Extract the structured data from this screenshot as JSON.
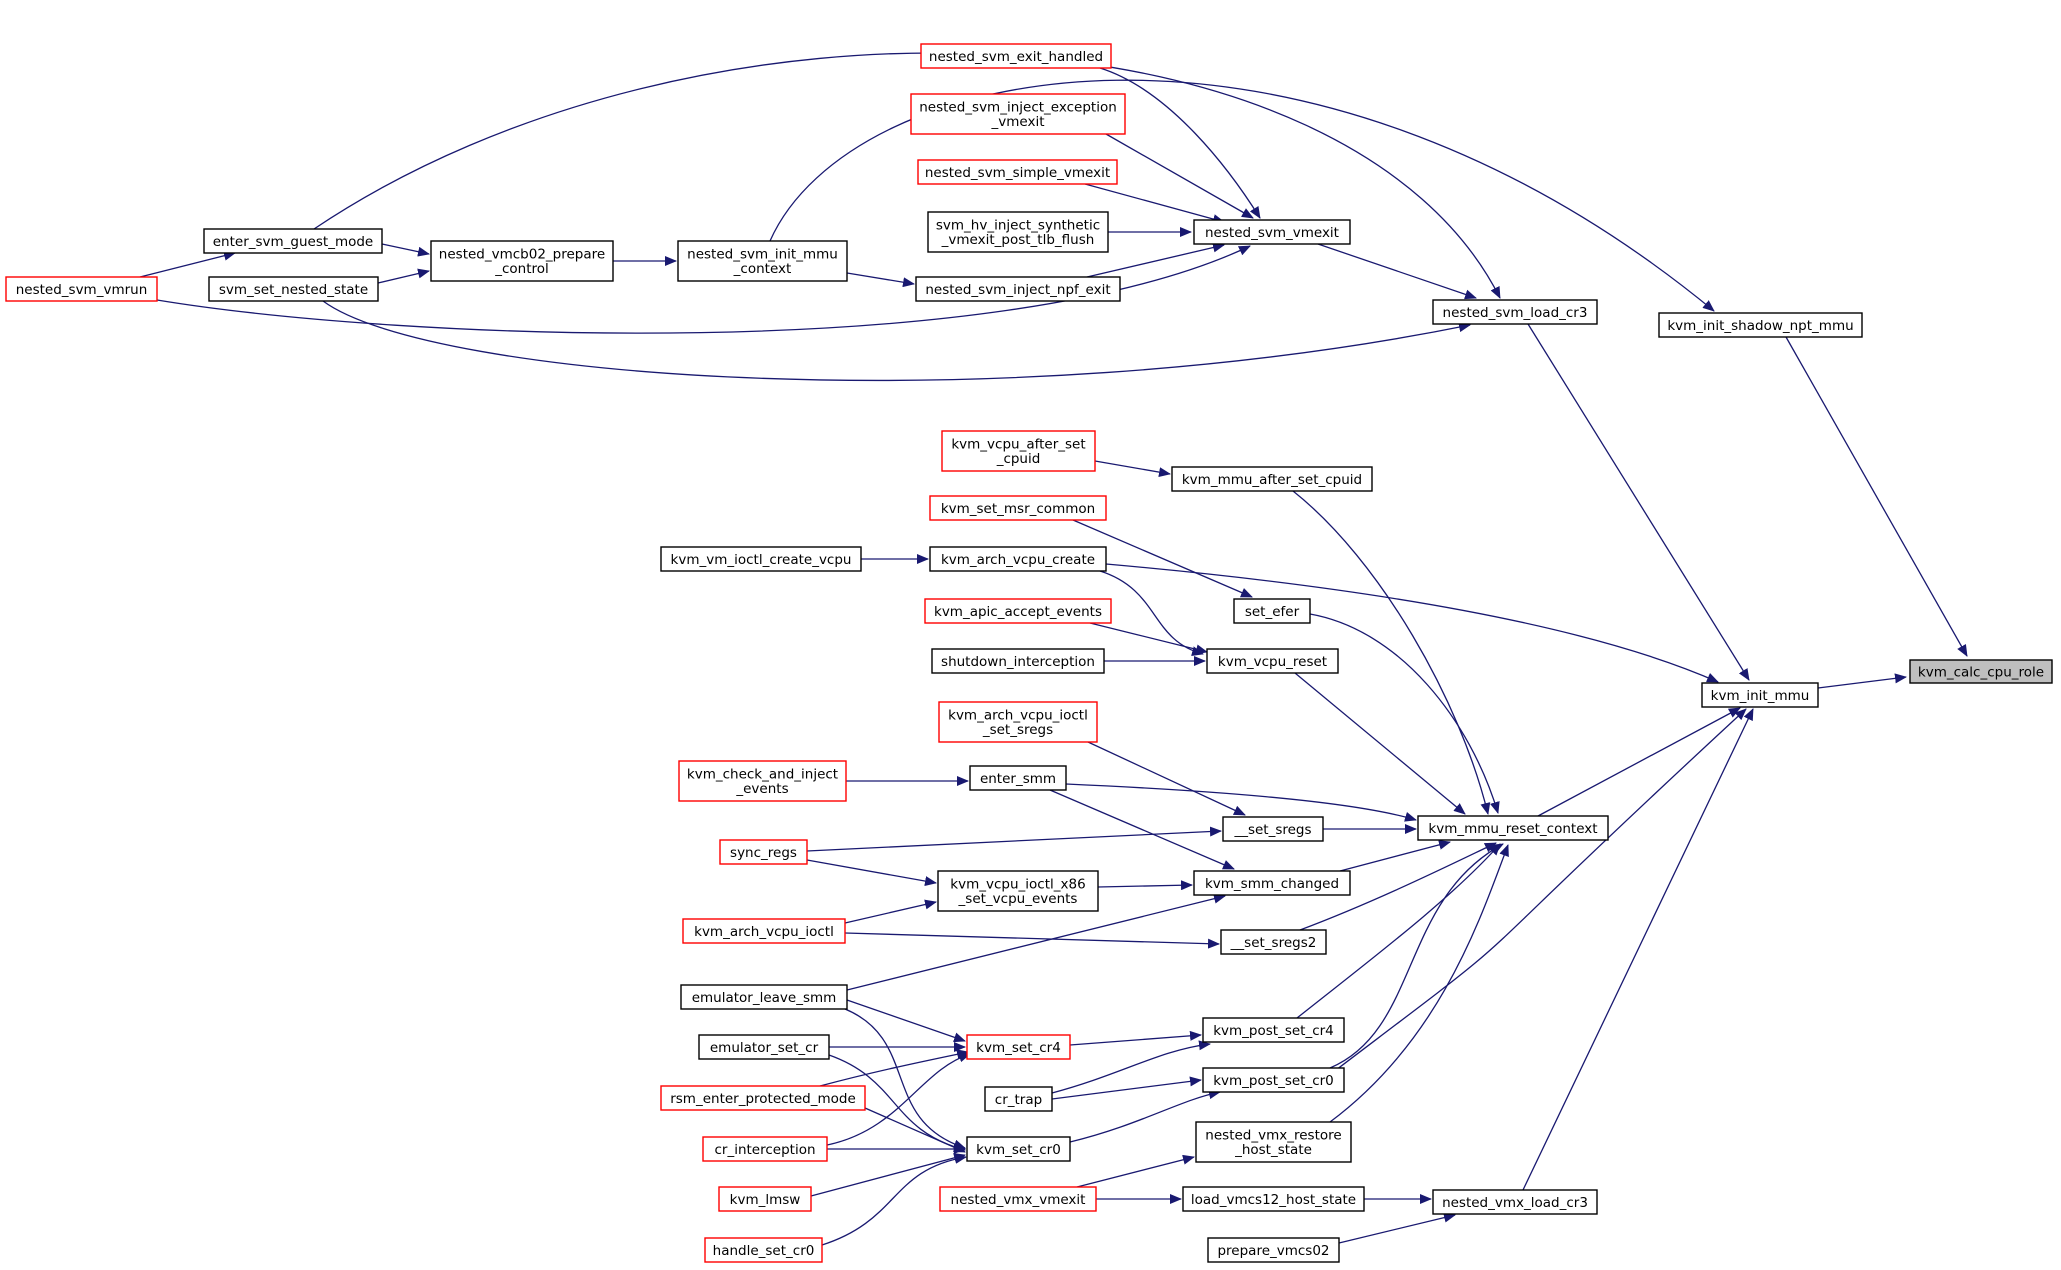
{
  "colors": {
    "edge": "#191970",
    "caller_border": "#000000",
    "truncated_border": "#ff0000",
    "root_fill": "#bfbfbf"
  },
  "nodes": {
    "kvm_calc_cpu_role": {
      "lines": [
        "kvm_calc_cpu_role"
      ],
      "style": "root"
    },
    "kvm_init_mmu": {
      "lines": [
        "kvm_init_mmu"
      ],
      "style": "black"
    },
    "kvm_init_shadow_npt_mmu": {
      "lines": [
        "kvm_init_shadow_npt_mmu"
      ],
      "style": "black"
    },
    "nested_svm_load_cr3": {
      "lines": [
        "nested_svm_load_cr3"
      ],
      "style": "black"
    },
    "kvm_mmu_reset_context": {
      "lines": [
        "kvm_mmu_reset_context"
      ],
      "style": "black"
    },
    "nested_vmx_load_cr3": {
      "lines": [
        "nested_vmx_load_cr3"
      ],
      "style": "black"
    },
    "nested_svm_vmexit": {
      "lines": [
        "nested_svm_vmexit"
      ],
      "style": "black"
    },
    "nested_svm_init_mmu_context": {
      "lines": [
        "nested_svm_init_mmu",
        "_context"
      ],
      "style": "black"
    },
    "enter_svm_guest_mode": {
      "lines": [
        "enter_svm_guest_mode"
      ],
      "style": "black"
    },
    "svm_set_nested_state": {
      "lines": [
        "svm_set_nested_state"
      ],
      "style": "black"
    },
    "nested_svm_vmrun": {
      "lines": [
        "nested_svm_vmrun"
      ],
      "style": "red"
    },
    "nested_vmcb02_prepare_control": {
      "lines": [
        "nested_vmcb02_prepare",
        "_control"
      ],
      "style": "black"
    },
    "nested_svm_exit_handled": {
      "lines": [
        "nested_svm_exit_handled"
      ],
      "style": "red"
    },
    "nested_svm_inject_exception_vmexit": {
      "lines": [
        "nested_svm_inject_exception",
        "_vmexit"
      ],
      "style": "red"
    },
    "nested_svm_simple_vmexit": {
      "lines": [
        "nested_svm_simple_vmexit"
      ],
      "style": "red"
    },
    "svm_hv_inject_synthetic_vmexit_post_tlb_flush": {
      "lines": [
        "svm_hv_inject_synthetic",
        "_vmexit_post_tlb_flush"
      ],
      "style": "black"
    },
    "nested_svm_inject_npf_exit": {
      "lines": [
        "nested_svm_inject_npf_exit"
      ],
      "style": "black"
    },
    "kvm_mmu_after_set_cpuid": {
      "lines": [
        "kvm_mmu_after_set_cpuid"
      ],
      "style": "black"
    },
    "kvm_vcpu_after_set_cpuid": {
      "lines": [
        "kvm_vcpu_after_set",
        "_cpuid"
      ],
      "style": "red"
    },
    "kvm_set_msr_common": {
      "lines": [
        "kvm_set_msr_common"
      ],
      "style": "red"
    },
    "kvm_arch_vcpu_create": {
      "lines": [
        "kvm_arch_vcpu_create"
      ],
      "style": "black"
    },
    "kvm_vm_ioctl_create_vcpu": {
      "lines": [
        "kvm_vm_ioctl_create_vcpu"
      ],
      "style": "black"
    },
    "set_efer": {
      "lines": [
        "set_efer"
      ],
      "style": "black"
    },
    "kvm_apic_accept_events": {
      "lines": [
        "kvm_apic_accept_events"
      ],
      "style": "red"
    },
    "kvm_vcpu_reset": {
      "lines": [
        "kvm_vcpu_reset"
      ],
      "style": "black"
    },
    "shutdown_interception": {
      "lines": [
        "shutdown_interception"
      ],
      "style": "black"
    },
    "kvm_arch_vcpu_ioctl_set_sregs": {
      "lines": [
        "kvm_arch_vcpu_ioctl",
        "_set_sregs"
      ],
      "style": "red"
    },
    "kvm_check_and_inject_events": {
      "lines": [
        "kvm_check_and_inject",
        "_events"
      ],
      "style": "red"
    },
    "enter_smm": {
      "lines": [
        "enter_smm"
      ],
      "style": "black"
    },
    "__set_sregs": {
      "lines": [
        "__set_sregs"
      ],
      "style": "black"
    },
    "sync_regs": {
      "lines": [
        "sync_regs"
      ],
      "style": "red"
    },
    "kvm_vcpu_ioctl_x86_set_vcpu_events": {
      "lines": [
        "kvm_vcpu_ioctl_x86",
        "_set_vcpu_events"
      ],
      "style": "black"
    },
    "kvm_smm_changed": {
      "lines": [
        "kvm_smm_changed"
      ],
      "style": "black"
    },
    "kvm_arch_vcpu_ioctl": {
      "lines": [
        "kvm_arch_vcpu_ioctl"
      ],
      "style": "red"
    },
    "__set_sregs2": {
      "lines": [
        "__set_sregs2"
      ],
      "style": "black"
    },
    "emulator_leave_smm": {
      "lines": [
        "emulator_leave_smm"
      ],
      "style": "black"
    },
    "emulator_set_cr": {
      "lines": [
        "emulator_set_cr"
      ],
      "style": "black"
    },
    "kvm_set_cr4": {
      "lines": [
        "kvm_set_cr4"
      ],
      "style": "red"
    },
    "kvm_post_set_cr4": {
      "lines": [
        "kvm_post_set_cr4"
      ],
      "style": "black"
    },
    "rsm_enter_protected_mode": {
      "lines": [
        "rsm_enter_protected_mode"
      ],
      "style": "red"
    },
    "cr_trap": {
      "lines": [
        "cr_trap"
      ],
      "style": "black"
    },
    "kvm_post_set_cr0": {
      "lines": [
        "kvm_post_set_cr0"
      ],
      "style": "black"
    },
    "cr_interception": {
      "lines": [
        "cr_interception"
      ],
      "style": "red"
    },
    "kvm_set_cr0": {
      "lines": [
        "kvm_set_cr0"
      ],
      "style": "black"
    },
    "nested_vmx_restore_host_state": {
      "lines": [
        "nested_vmx_restore",
        "_host_state"
      ],
      "style": "black"
    },
    "kvm_lmsw": {
      "lines": [
        "kvm_lmsw"
      ],
      "style": "red"
    },
    "nested_vmx_vmexit": {
      "lines": [
        "nested_vmx_vmexit"
      ],
      "style": "red"
    },
    "load_vmcs12_host_state": {
      "lines": [
        "load_vmcs12_host_state"
      ],
      "style": "black"
    },
    "handle_set_cr0": {
      "lines": [
        "handle_set_cr0"
      ],
      "style": "red"
    },
    "prepare_vmcs02": {
      "lines": [
        "prepare_vmcs02"
      ],
      "style": "black"
    }
  },
  "edges": [
    [
      "kvm_init_mmu",
      "kvm_calc_cpu_role"
    ],
    [
      "kvm_init_shadow_npt_mmu",
      "kvm_calc_cpu_role"
    ],
    [
      "nested_svm_load_cr3",
      "kvm_init_mmu"
    ],
    [
      "kvm_mmu_reset_context",
      "kvm_init_mmu"
    ],
    [
      "nested_vmx_load_cr3",
      "kvm_init_mmu"
    ],
    [
      "kvm_post_set_cr0",
      "kvm_init_mmu"
    ],
    [
      "nested_svm_init_mmu_context",
      "kvm_init_shadow_npt_mmu"
    ],
    [
      "nested_svm_vmexit",
      "nested_svm_load_cr3"
    ],
    [
      "enter_svm_guest_mode",
      "nested_svm_load_cr3"
    ],
    [
      "svm_set_nested_state",
      "nested_svm_load_cr3"
    ],
    [
      "nested_svm_exit_handled",
      "nested_svm_vmexit"
    ],
    [
      "nested_svm_inject_exception_vmexit",
      "nested_svm_vmexit"
    ],
    [
      "nested_svm_simple_vmexit",
      "nested_svm_vmexit"
    ],
    [
      "svm_hv_inject_synthetic_vmexit_post_tlb_flush",
      "nested_svm_vmexit"
    ],
    [
      "nested_svm_inject_npf_exit",
      "nested_svm_vmexit"
    ],
    [
      "nested_svm_vmrun",
      "nested_svm_vmexit"
    ],
    [
      "nested_svm_init_mmu_context",
      "nested_svm_inject_npf_exit"
    ],
    [
      "nested_vmcb02_prepare_control",
      "nested_svm_init_mmu_context"
    ],
    [
      "enter_svm_guest_mode",
      "nested_vmcb02_prepare_control"
    ],
    [
      "svm_set_nested_state",
      "nested_vmcb02_prepare_control"
    ],
    [
      "nested_svm_vmrun",
      "enter_svm_guest_mode"
    ],
    [
      "kvm_mmu_after_set_cpuid",
      "kvm_mmu_reset_context"
    ],
    [
      "kvm_vcpu_after_set_cpuid",
      "kvm_mmu_after_set_cpuid"
    ],
    [
      "set_efer",
      "kvm_mmu_reset_context"
    ],
    [
      "kvm_set_msr_common",
      "set_efer"
    ],
    [
      "kvm_arch_vcpu_create",
      "kvm_init_mmu"
    ],
    [
      "kvm_vm_ioctl_create_vcpu",
      "kvm_arch_vcpu_create"
    ],
    [
      "kvm_vcpu_reset",
      "kvm_mmu_reset_context"
    ],
    [
      "kvm_arch_vcpu_create",
      "kvm_vcpu_reset"
    ],
    [
      "kvm_apic_accept_events",
      "kvm_vcpu_reset"
    ],
    [
      "shutdown_interception",
      "kvm_vcpu_reset"
    ],
    [
      "enter_smm",
      "kvm_mmu_reset_context"
    ],
    [
      "kvm_check_and_inject_events",
      "enter_smm"
    ],
    [
      "__set_sregs",
      "kvm_mmu_reset_context"
    ],
    [
      "kvm_arch_vcpu_ioctl_set_sregs",
      "__set_sregs"
    ],
    [
      "sync_regs",
      "__set_sregs"
    ],
    [
      "kvm_smm_changed",
      "kvm_mmu_reset_context"
    ],
    [
      "enter_smm",
      "kvm_smm_changed"
    ],
    [
      "kvm_vcpu_ioctl_x86_set_vcpu_events",
      "kvm_smm_changed"
    ],
    [
      "emulator_leave_smm",
      "kvm_smm_changed"
    ],
    [
      "sync_regs",
      "kvm_vcpu_ioctl_x86_set_vcpu_events"
    ],
    [
      "kvm_arch_vcpu_ioctl",
      "kvm_vcpu_ioctl_x86_set_vcpu_events"
    ],
    [
      "__set_sregs2",
      "kvm_mmu_reset_context"
    ],
    [
      "kvm_arch_vcpu_ioctl",
      "__set_sregs2"
    ],
    [
      "kvm_post_set_cr4",
      "kvm_mmu_reset_context"
    ],
    [
      "kvm_post_set_cr0",
      "kvm_mmu_reset_context"
    ],
    [
      "nested_vmx_restore_host_state",
      "kvm_mmu_reset_context"
    ],
    [
      "kvm_set_cr4",
      "kvm_post_set_cr4"
    ],
    [
      "cr_trap",
      "kvm_post_set_cr4"
    ],
    [
      "emulator_leave_smm",
      "kvm_set_cr4"
    ],
    [
      "emulator_set_cr",
      "kvm_set_cr4"
    ],
    [
      "rsm_enter_protected_mode",
      "kvm_set_cr4"
    ],
    [
      "cr_interception",
      "kvm_set_cr4"
    ],
    [
      "cr_trap",
      "kvm_post_set_cr0"
    ],
    [
      "kvm_set_cr0",
      "kvm_post_set_cr0"
    ],
    [
      "emulator_leave_smm",
      "kvm_set_cr0"
    ],
    [
      "emulator_set_cr",
      "kvm_set_cr0"
    ],
    [
      "rsm_enter_protected_mode",
      "kvm_set_cr0"
    ],
    [
      "cr_interception",
      "kvm_set_cr0"
    ],
    [
      "kvm_lmsw",
      "kvm_set_cr0"
    ],
    [
      "handle_set_cr0",
      "kvm_set_cr0"
    ],
    [
      "nested_vmx_vmexit",
      "nested_vmx_restore_host_state"
    ],
    [
      "load_vmcs12_host_state",
      "nested_vmx_load_cr3"
    ],
    [
      "nested_vmx_vmexit",
      "load_vmcs12_host_state"
    ],
    [
      "prepare_vmcs02",
      "nested_vmx_load_cr3"
    ]
  ]
}
